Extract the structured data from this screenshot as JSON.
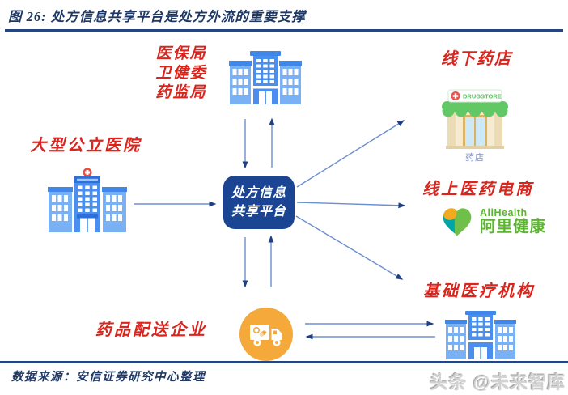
{
  "header": {
    "title": "图 26: 处方信息共享平台是处方外流的重要支撑"
  },
  "nodes": {
    "regulators": {
      "lines": [
        "医保局",
        "卫健委",
        "药监局"
      ],
      "icon": "government-building-icon"
    },
    "hospital": {
      "label": "大型公立医院",
      "icon": "hospital-building-icon"
    },
    "platform": {
      "lines": [
        "处方信息",
        "共享平台"
      ]
    },
    "offline_pharmacy": {
      "label": "线下药店",
      "sign_text": "DRUGSTORE",
      "icon_caption": "药店",
      "icon": "drugstore-icon"
    },
    "ecommerce": {
      "label": "线上医药电商",
      "brand_en": "AliHealth",
      "brand_cn": "阿里健康",
      "icon": "alihealth-heart-icon"
    },
    "basic_medical": {
      "label": "基础医疗机构",
      "icon": "clinic-building-icon"
    },
    "delivery": {
      "label": "药品配送企业",
      "icon": "delivery-truck-icon"
    }
  },
  "footer": {
    "source": "数据来源：安信证券研究中心整理",
    "watermark": "头条 @未来智库"
  },
  "colors": {
    "title_navy": "#1f3864",
    "rule_navy": "#24457f",
    "label_red": "#d9251d",
    "platform_bg": "#1b4492",
    "arrow_line": "#6b8fd0",
    "arrow_head": "#1e3f84",
    "building_blue": "#4a8ef0",
    "building_light_blue": "#79b1f4",
    "drugstore_green": "#62c765",
    "truck_orange": "#f6a93b",
    "alihealth_green": "#6fbf4a",
    "alihealth_teal": "#00a6a7",
    "alihealth_orange": "#f2aa1e"
  }
}
